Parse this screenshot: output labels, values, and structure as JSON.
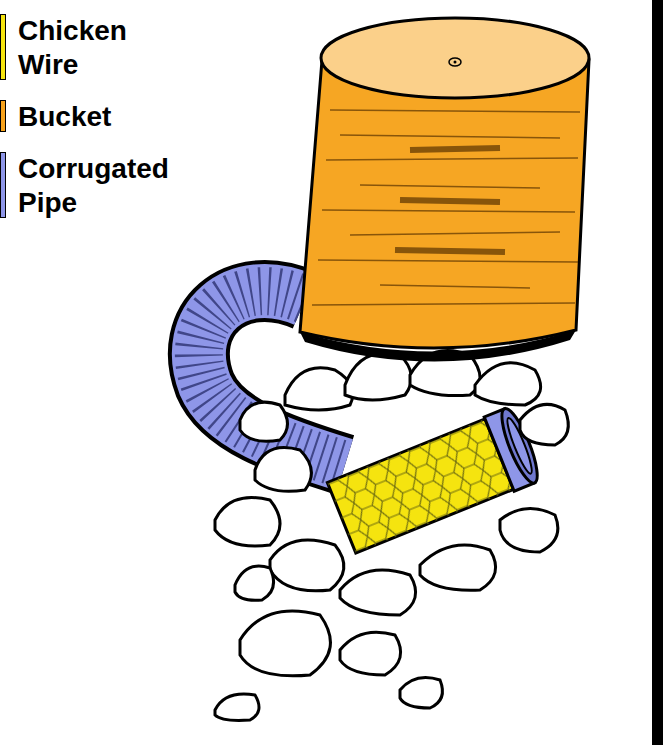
{
  "diagram": {
    "legend": [
      {
        "text": "Chicken Wire",
        "color": "#f5e40f"
      },
      {
        "text": "Bucket",
        "color": "#f7a21b"
      },
      {
        "text": "Corrugated Pipe",
        "color": "#8e96e8"
      }
    ]
  }
}
